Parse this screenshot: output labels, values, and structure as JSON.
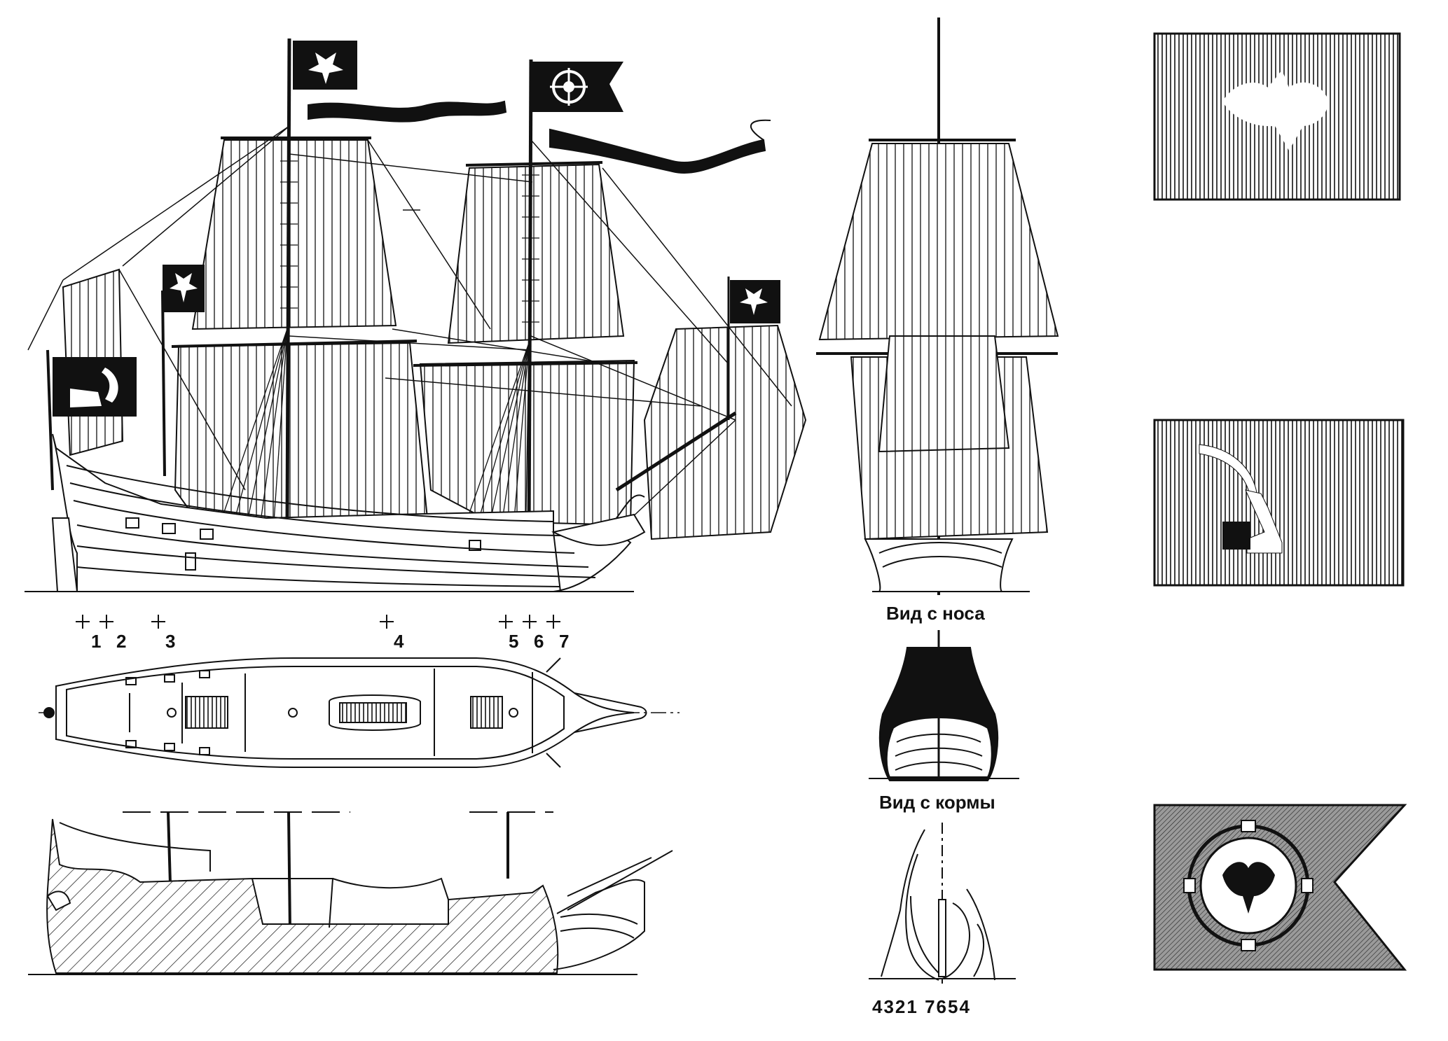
{
  "station_numbers": [
    "1",
    "2",
    "3",
    "4",
    "5",
    "6",
    "7"
  ],
  "bow_view_label": "Вид с носа",
  "stern_view_label": "Вид с кормы",
  "frame_scale_label": "4321 7654",
  "colors": {
    "ink": "#111111",
    "paper": "#ffffff",
    "flag_shade": "#8a8a8a"
  },
  "flags": [
    {
      "name": "eagle-flag-icon"
    },
    {
      "name": "arm-with-sword-flag-icon"
    },
    {
      "name": "compass-eagle-swallowtail-flag-icon"
    }
  ]
}
